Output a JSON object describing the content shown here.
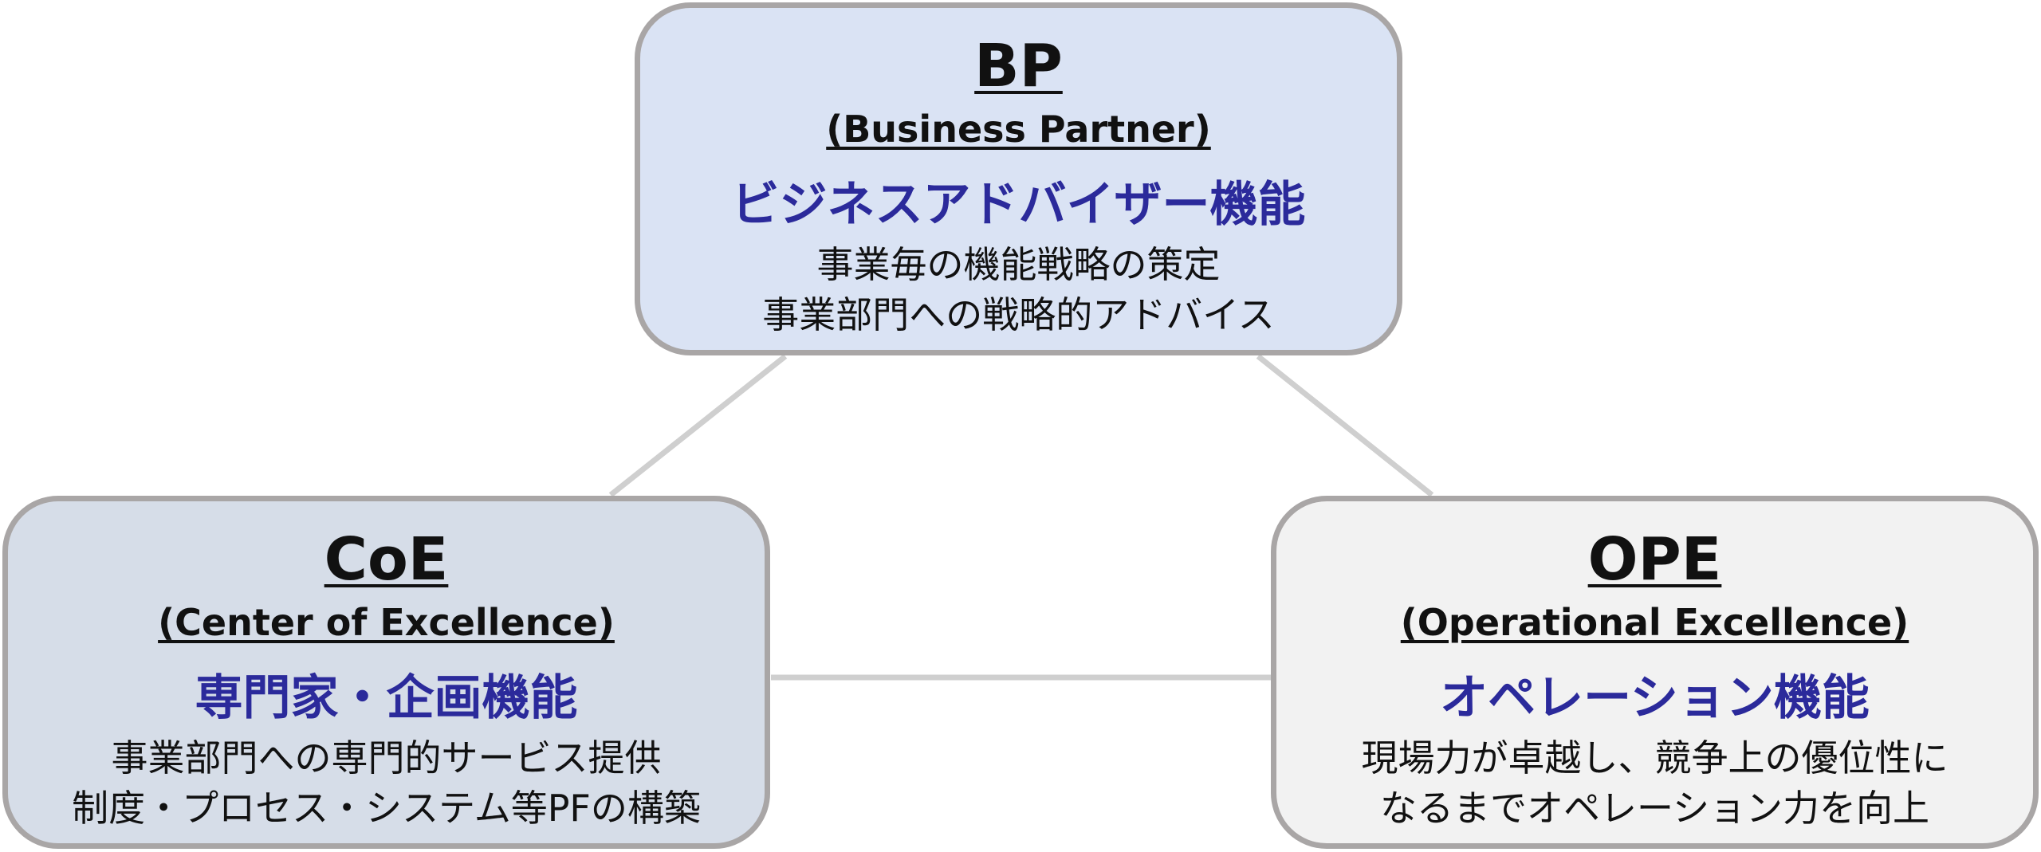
{
  "colors": {
    "accent_text": "#2b2a9b",
    "box_border": "#a9a6a6",
    "connector": "#cfcfcf",
    "bp_fill": "#dae3f4",
    "coe_fill": "#d6dde8",
    "ope_fill": "#f2f2f2"
  },
  "bp": {
    "abbr": "BP",
    "full": "(Business Partner)",
    "role": "ビジネスアドバイザー機能",
    "desc1": "事業毎の機能戦略の策定",
    "desc2": "事業部門への戦略的アドバイス"
  },
  "coe": {
    "abbr": "CoE",
    "full": "(Center of Excellence)",
    "role": "専門家・企画機能",
    "desc1": "事業部門への専門的サービス提供",
    "desc2": "制度・プロセス・システム等PFの構築"
  },
  "ope": {
    "abbr": "OPE",
    "full": "(Operational Excellence)",
    "role": "オペレーション機能",
    "desc1": "現場力が卓越し、競争上の優位性に",
    "desc2": "なるまでオペレーション力を向上"
  }
}
